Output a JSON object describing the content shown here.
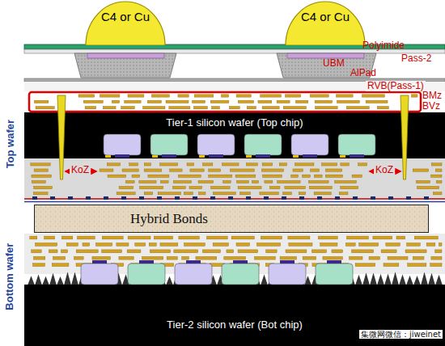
{
  "diagram": {
    "nodes": [
      {
        "text": [
          "C4 or Cu"
        ]
      },
      {
        "text": [
          "C4 or Cu"
        ]
      },
      {
        "text": [
          "Tier-1 silicon wafer (Top chip)"
        ]
      },
      {
        "text": [
          "Hybrid Bonds"
        ]
      },
      {
        "text": [
          "Tier-2 silicon wafer (Bot chip)"
        ]
      }
    ],
    "labels": [
      "Polyimide",
      "UBM",
      "AlPad",
      "Pass-2",
      "RVB(Pass-1)",
      "BMz",
      "BVz",
      "KoZ",
      "KoZ",
      "Top wafer",
      "Bottom wafer",
      "集微网微信：jiweinet"
    ]
  }
}
